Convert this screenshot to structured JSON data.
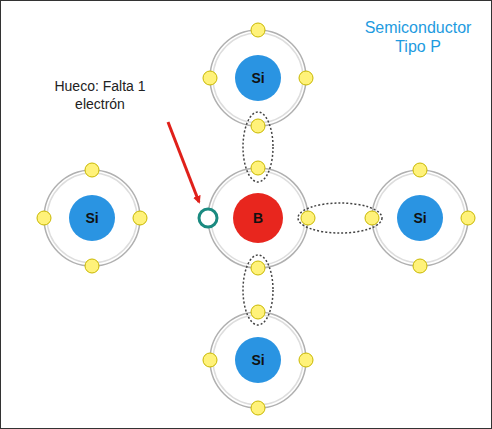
{
  "diagram": {
    "title": "Semiconductor Tipo P",
    "nodes": [
      {
        "text": [
          "Si"
        ]
      },
      {
        "text": [
          "Si"
        ]
      },
      {
        "text": [
          "B"
        ]
      },
      {
        "text": [
          "Si"
        ]
      },
      {
        "text": [
          "Si"
        ]
      }
    ],
    "labels": [
      "Hueco: Falta 1 electrón"
    ]
  }
}
